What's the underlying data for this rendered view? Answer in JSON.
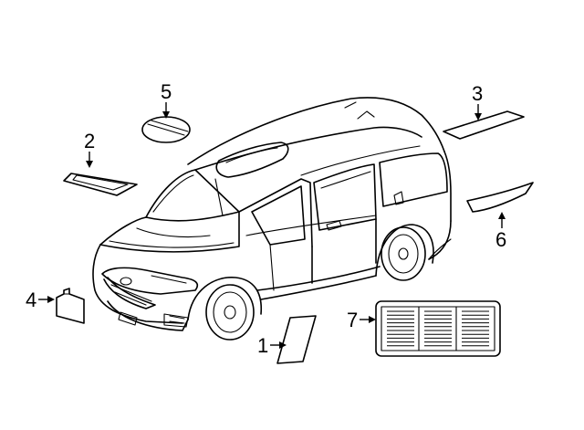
{
  "callouts": [
    {
      "id": "c1",
      "number": "1"
    },
    {
      "id": "c2",
      "number": "2"
    },
    {
      "id": "c3",
      "number": "3"
    },
    {
      "id": "c4",
      "number": "4"
    },
    {
      "id": "c5",
      "number": "5"
    },
    {
      "id": "c6",
      "number": "6"
    },
    {
      "id": "c7",
      "number": "7"
    }
  ]
}
